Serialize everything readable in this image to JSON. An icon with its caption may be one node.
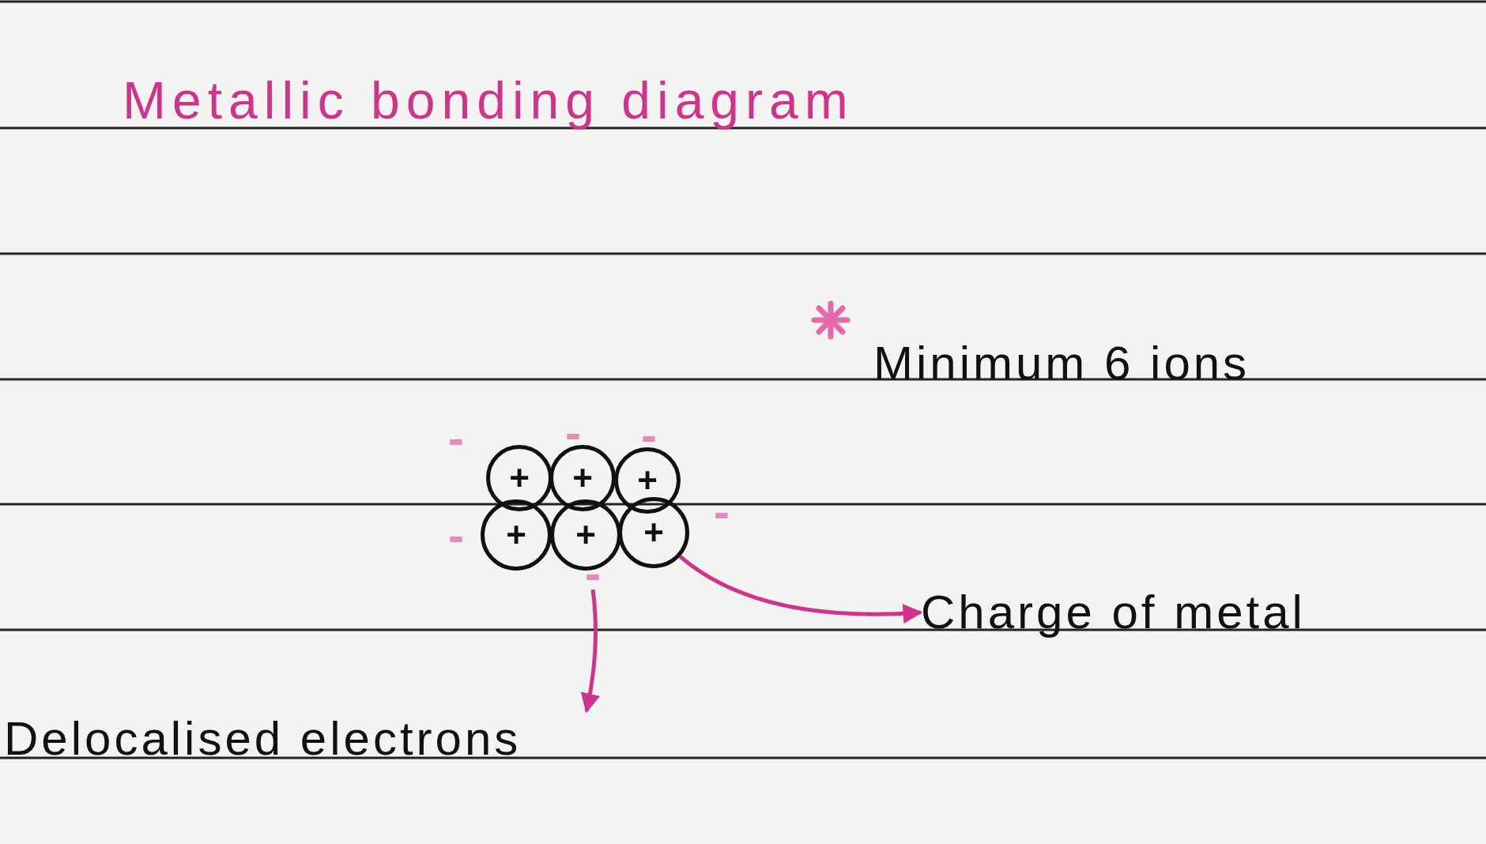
{
  "diagram": {
    "title": "Metallic bonding diagram",
    "nodes": [
      {
        "text": [
          "+"
        ]
      },
      {
        "text": [
          "+"
        ]
      },
      {
        "text": [
          "+"
        ]
      },
      {
        "text": [
          "+"
        ]
      },
      {
        "text": [
          "+"
        ]
      },
      {
        "text": [
          "+"
        ]
      },
      {
        "text": [
          "Charge of metal"
        ]
      },
      {
        "text": [
          "-"
        ]
      },
      {
        "text": [
          "Delocalised electrons"
        ]
      }
    ],
    "edges": [
      {
        "from": 5,
        "to": 6,
        "arrow": "to"
      },
      {
        "from": 7,
        "to": 8,
        "arrow": "to"
      }
    ],
    "labels": [
      "Minimum 6 ions",
      "-",
      "-",
      "-",
      "-",
      "-"
    ]
  }
}
